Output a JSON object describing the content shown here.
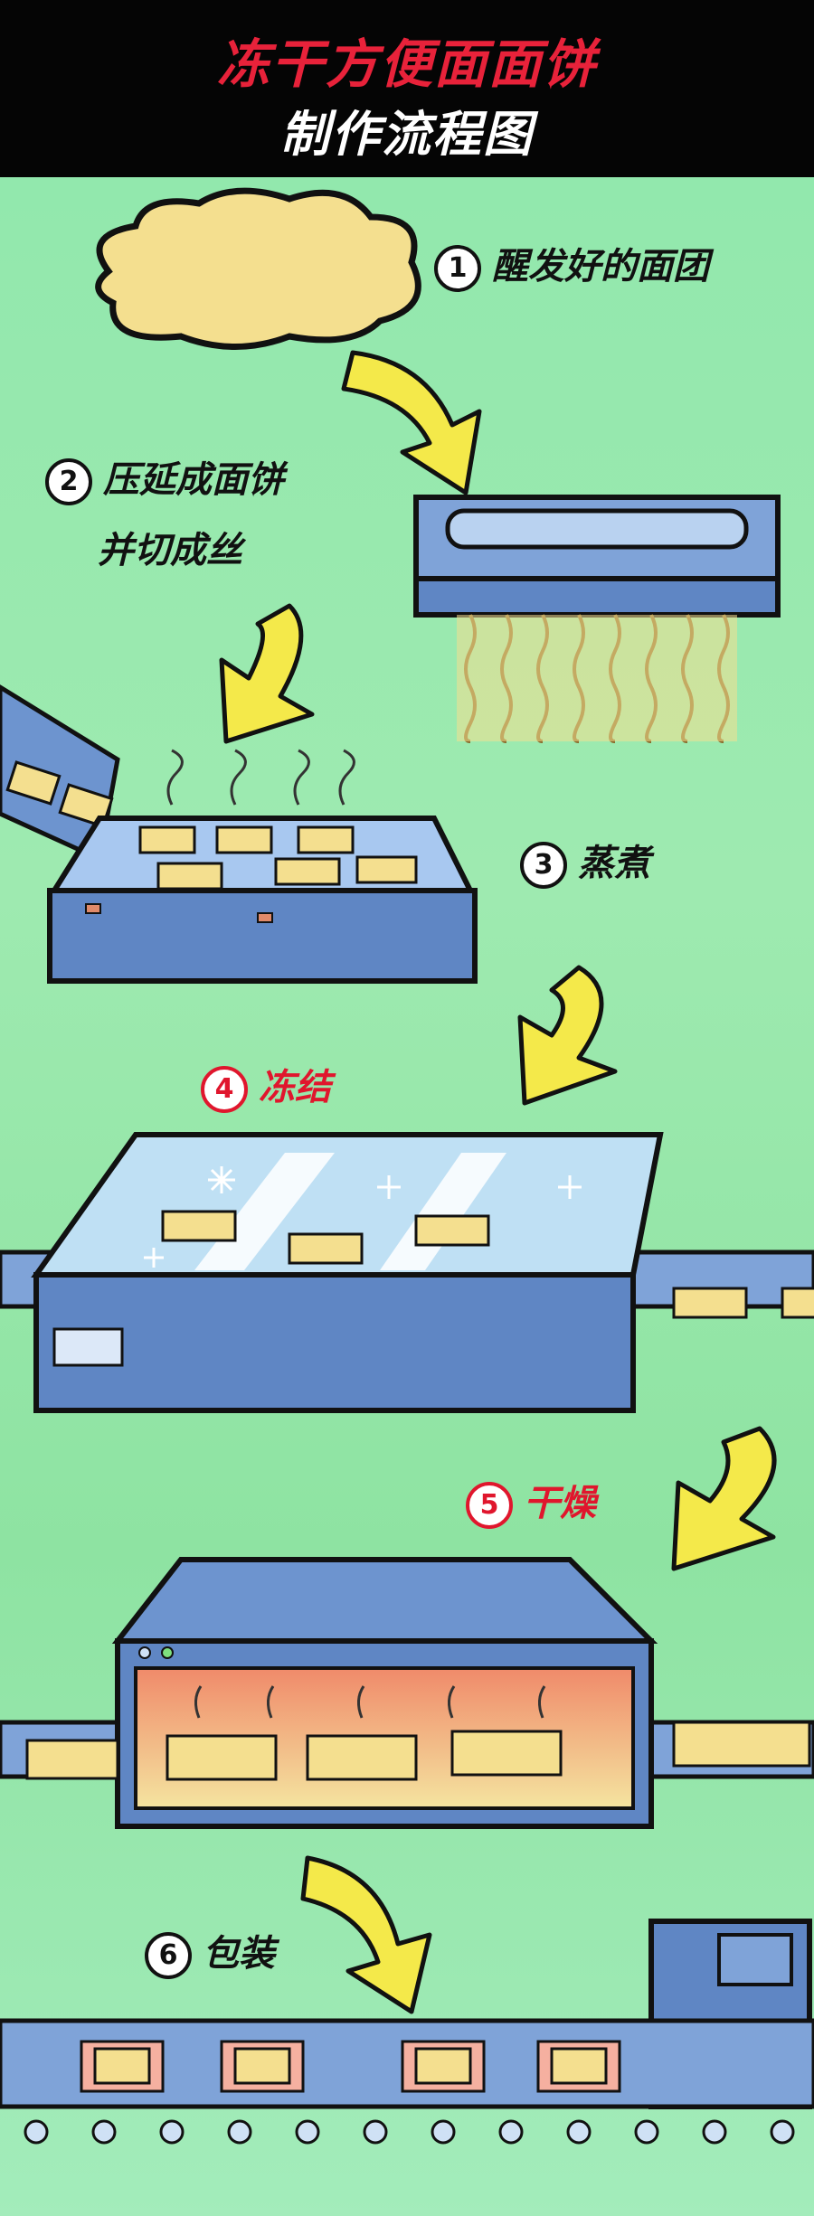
{
  "title": {
    "main": "冻干方便面面饼",
    "sub": "制作流程图"
  },
  "steps": [
    {
      "num": "1",
      "label": "醒发好的面团",
      "color": "#111111"
    },
    {
      "num": "2",
      "label": "压延成面饼",
      "label2": "并切成丝",
      "color": "#111111"
    },
    {
      "num": "3",
      "label": "蒸煮",
      "color": "#111111"
    },
    {
      "num": "4",
      "label": "冻结",
      "color": "#e0162d"
    },
    {
      "num": "5",
      "label": "干燥",
      "color": "#e0162d"
    },
    {
      "num": "6",
      "label": "包装",
      "color": "#111111"
    }
  ],
  "colors": {
    "background": "#8fe7ac",
    "header": "#050505",
    "title_red": "#e8223a",
    "arrow": "#f4e94a",
    "machine": "#5f86c4",
    "noodle": "#f4df8f"
  }
}
